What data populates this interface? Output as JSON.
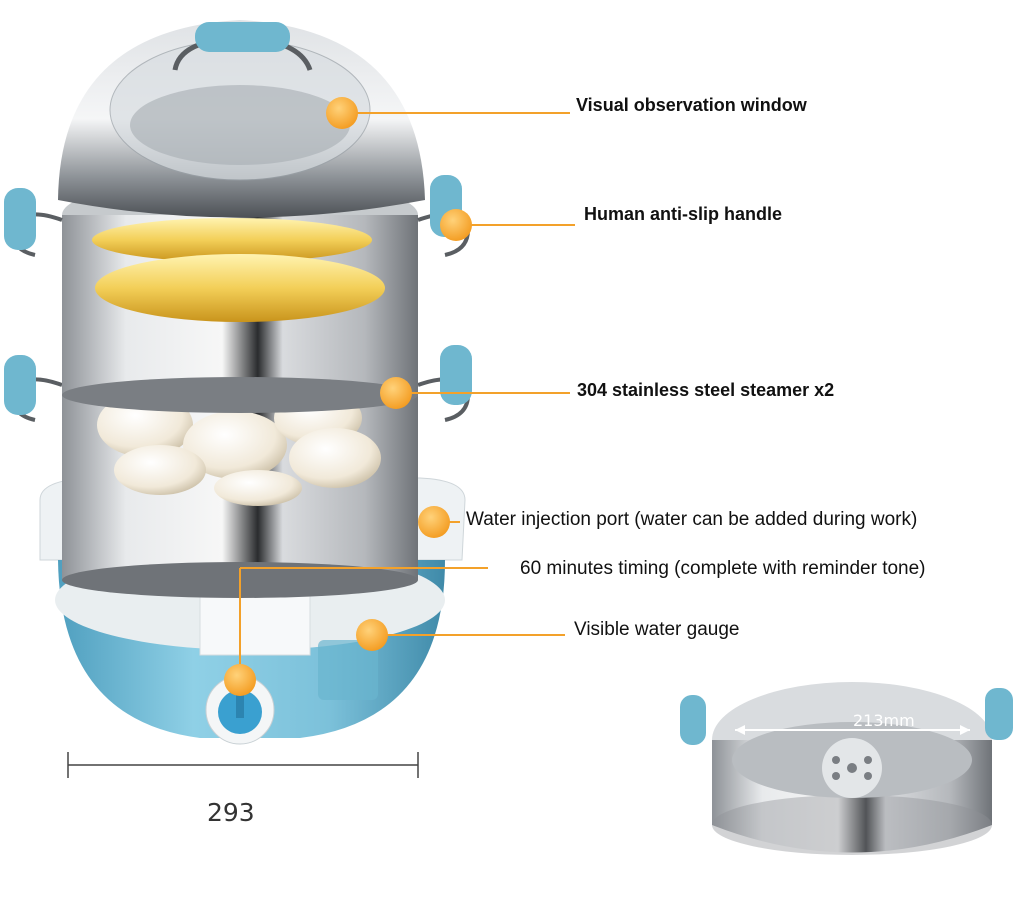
{
  "callouts": {
    "window": "Visual observation window",
    "handle": "Human anti-slip handle",
    "steamer": "304 stainless steel steamer x2",
    "water_port": "Water injection port (water can be added during work)",
    "timing": "60 minutes timing (complete with reminder tone)",
    "gauge": "Visible water gauge"
  },
  "dimensions": {
    "width": "293",
    "inner": "213mm"
  },
  "colors": {
    "accent_orange": "#f3a12a",
    "body_blue": "#7ec4dc",
    "handle_blue": "#6fb7cf",
    "steel": "#c9ccd0"
  }
}
